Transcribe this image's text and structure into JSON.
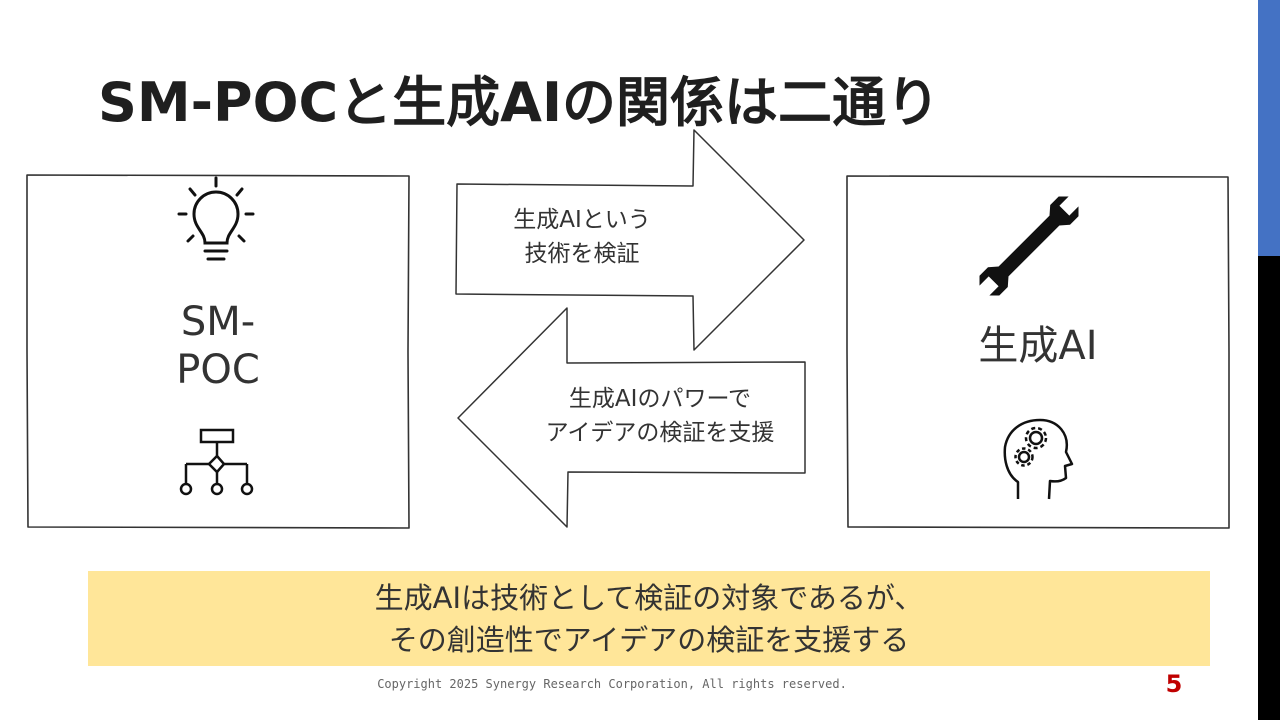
{
  "slide": {
    "title": "SM-POCと生成AIの関係は二通り",
    "left_box": {
      "line1": "SM-",
      "line2": "POC"
    },
    "right_box": {
      "label": "生成AI"
    },
    "arrow_right": {
      "line1": "生成AIという",
      "line2": "技術を検証"
    },
    "arrow_left": {
      "line1": "生成AIのパワーで",
      "line2": "アイデアの検証を支援"
    },
    "summary": {
      "line1": "生成AIは技術として検証の対象であるが、",
      "line2": "その創造性でアイデアの検証を支援する"
    },
    "footer": "Copyright 2025 Synergy Research Corporation, All rights reserved.",
    "page_number": "5"
  },
  "colors": {
    "accent_blue": "#4472C4",
    "summary_bg": "#FFE699",
    "page_number": "#C00000"
  },
  "icons": [
    "lightbulb-icon",
    "flowchart-icon",
    "wrench-icon",
    "head-gears-icon"
  ]
}
